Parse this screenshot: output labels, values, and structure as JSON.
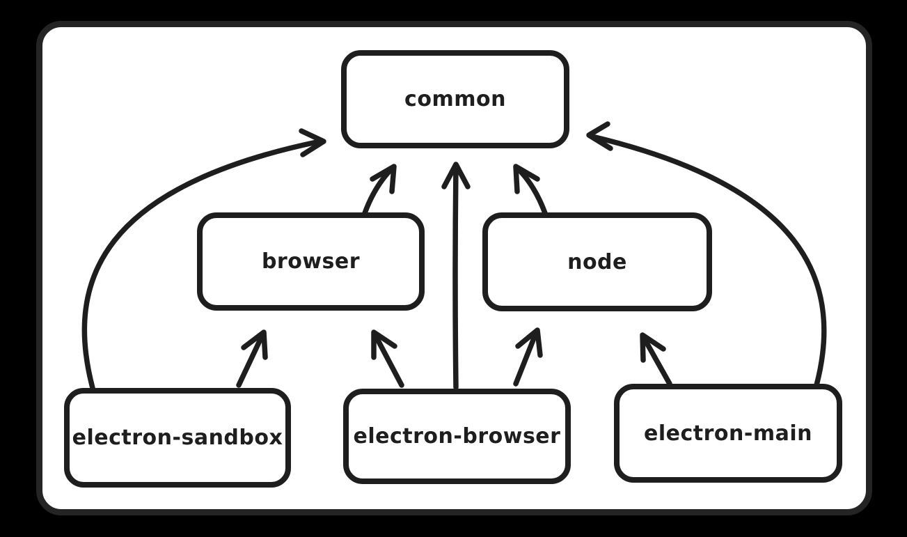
{
  "diagram": {
    "title": "electron module layer dependency diagram",
    "colors": {
      "background": "#000000",
      "canvas": "#ffffff",
      "frame": "#242424",
      "stroke": "#1e1e1e"
    },
    "nodes": [
      {
        "id": "common",
        "label": "common",
        "strikethrough": false
      },
      {
        "id": "browser",
        "label": "browser",
        "strikethrough": false
      },
      {
        "id": "node",
        "label": "node",
        "strikethrough": false
      },
      {
        "id": "electron-sandbox",
        "label": "electron-sandbox",
        "strikethrough": false
      },
      {
        "id": "electron-browser",
        "label": "electron-browser",
        "strikethrough": true
      },
      {
        "id": "electron-main",
        "label": "electron-main",
        "strikethrough": false
      }
    ],
    "edges": [
      {
        "from": "electron-sandbox",
        "to": "common"
      },
      {
        "from": "browser",
        "to": "common"
      },
      {
        "from": "electron-browser",
        "to": "common"
      },
      {
        "from": "node",
        "to": "common"
      },
      {
        "from": "electron-main",
        "to": "common"
      },
      {
        "from": "electron-sandbox",
        "to": "browser"
      },
      {
        "from": "electron-browser",
        "to": "browser"
      },
      {
        "from": "electron-browser",
        "to": "node"
      },
      {
        "from": "electron-main",
        "to": "node"
      }
    ]
  }
}
